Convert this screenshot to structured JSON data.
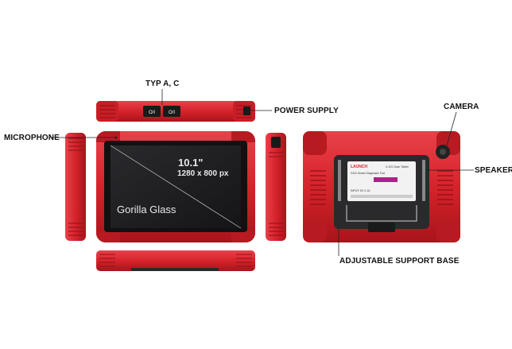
{
  "callouts": {
    "typ": "TYP A, C",
    "power": "POWER  SUPPLY",
    "microphone": "MICROPHONE",
    "camera": "CAMERA",
    "speakers": "SPEAKERS",
    "support": "ADJUSTABLE SUPPORT BASE"
  },
  "screen": {
    "size": "10.1\"",
    "resolution": "1280 x 800 px",
    "glass": "Gorilla Glass"
  },
  "ports": {
    "port1": "O/I",
    "port2": "O/I"
  },
  "back_label": {
    "brand": "LAUNCH",
    "model": "X-431 Scan Tablet",
    "product": "X431 Smart Diagnostic Tool",
    "input": "INPUT: 5V 2.1A"
  },
  "colors": {
    "housing": "#d6232b",
    "housing_dark": "#a8141b",
    "screen": "#1c1c1e",
    "back_panel": "#2a2a2c",
    "label_bg": "#f2f2f2"
  }
}
